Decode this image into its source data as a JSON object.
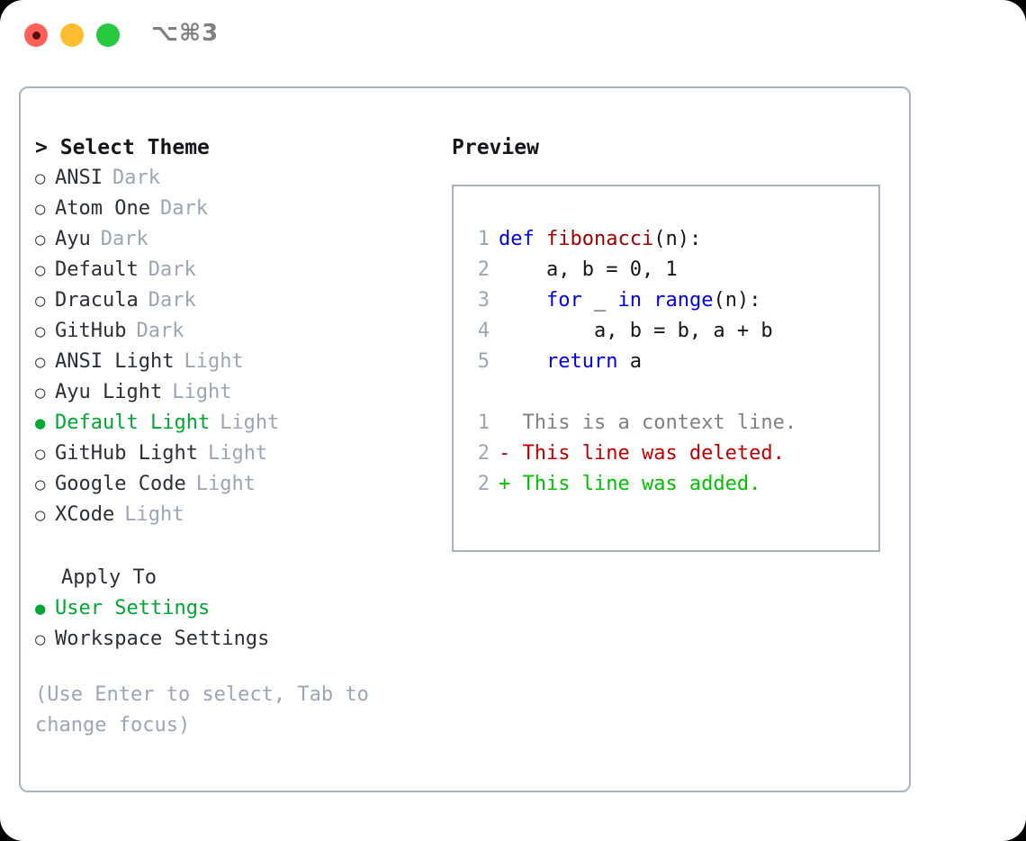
{
  "window": {
    "shortcut": "⌥⌘3",
    "traffic_lights": [
      {
        "name": "close",
        "color": "#ff6058"
      },
      {
        "name": "minimize",
        "color": "#ffbd2e"
      },
      {
        "name": "zoom",
        "color": "#28c840"
      }
    ]
  },
  "theme_picker": {
    "heading_caret": ">",
    "heading": "Select Theme",
    "bullet_selected": "●",
    "bullet_unselected": "○",
    "selected_accent": "#00a832",
    "tag_color": "#9da5b4",
    "items": [
      {
        "label": "ANSI",
        "tag": "Dark",
        "selected": false
      },
      {
        "label": "Atom One",
        "tag": "Dark",
        "selected": false
      },
      {
        "label": "Ayu",
        "tag": "Dark",
        "selected": false
      },
      {
        "label": "Default",
        "tag": "Dark",
        "selected": false
      },
      {
        "label": "Dracula",
        "tag": "Dark",
        "selected": false
      },
      {
        "label": "GitHub",
        "tag": "Dark",
        "selected": false
      },
      {
        "label": "ANSI Light",
        "tag": "Light",
        "selected": false
      },
      {
        "label": "Ayu Light",
        "tag": "Light",
        "selected": false
      },
      {
        "label": "Default Light",
        "tag": "Light",
        "selected": true
      },
      {
        "label": "GitHub Light",
        "tag": "Light",
        "selected": false
      },
      {
        "label": "Google Code",
        "tag": "Light",
        "selected": false
      },
      {
        "label": "XCode",
        "tag": "Light",
        "selected": false
      }
    ]
  },
  "apply_to": {
    "heading": "Apply To",
    "items": [
      {
        "label": "User Settings",
        "selected": true
      },
      {
        "label": "Workspace Settings",
        "selected": false
      }
    ]
  },
  "hint": "(Use Enter to select, Tab to change focus)",
  "preview": {
    "heading": "Preview",
    "code_lines": [
      {
        "num": "1",
        "tokens": [
          {
            "t": "def ",
            "c": "kw"
          },
          {
            "t": "fibonacci",
            "c": "fn"
          },
          {
            "t": "(n):",
            "c": "plain"
          }
        ]
      },
      {
        "num": "2",
        "tokens": [
          {
            "t": "    a, b = 0, 1",
            "c": "plain"
          }
        ]
      },
      {
        "num": "3",
        "tokens": [
          {
            "t": "    ",
            "c": "plain"
          },
          {
            "t": "for ",
            "c": "kw"
          },
          {
            "t": "_ ",
            "c": "plain"
          },
          {
            "t": "in ",
            "c": "kw"
          },
          {
            "t": "range",
            "c": "kw"
          },
          {
            "t": "(n):",
            "c": "plain"
          }
        ]
      },
      {
        "num": "4",
        "tokens": [
          {
            "t": "        a, b = b, a + b",
            "c": "plain"
          }
        ]
      },
      {
        "num": "5",
        "tokens": [
          {
            "t": "    ",
            "c": "plain"
          },
          {
            "t": "return ",
            "c": "kw"
          },
          {
            "t": "a",
            "c": "plain"
          }
        ]
      }
    ],
    "diff_lines": [
      {
        "num": "1",
        "marker": "  ",
        "text": "This is a context line.",
        "kind": "ctx"
      },
      {
        "num": "2",
        "marker": "- ",
        "text": "This line was deleted.",
        "kind": "del"
      },
      {
        "num": "2",
        "marker": "+ ",
        "text": "This line was added.",
        "kind": "add"
      }
    ]
  }
}
